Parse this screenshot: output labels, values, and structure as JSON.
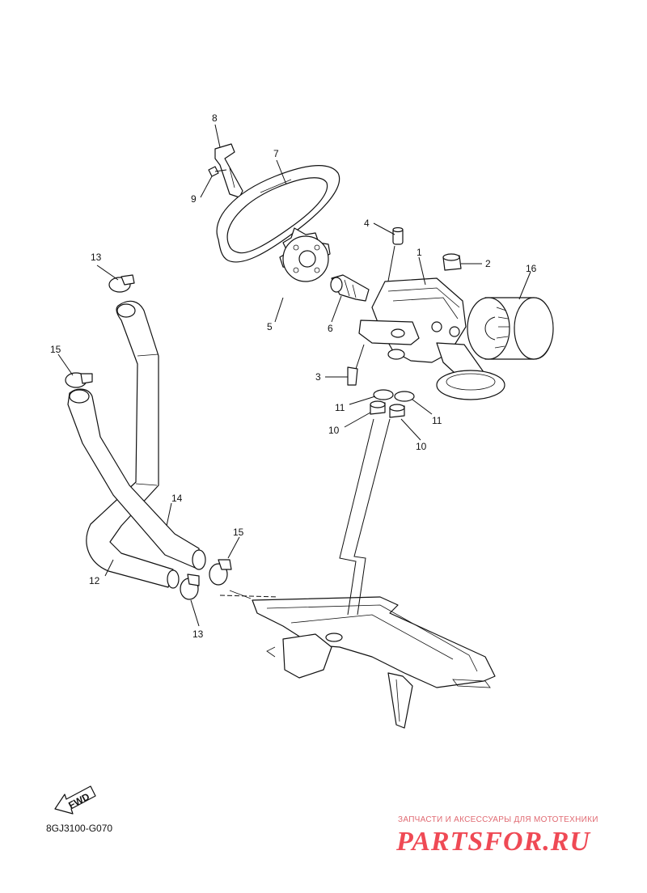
{
  "diagram": {
    "code": "8GJ3100-G070",
    "fwd_label": "FWD",
    "callouts": {
      "p1": "1",
      "p2": "2",
      "p3": "3",
      "p4": "4",
      "p5": "5",
      "p6": "6",
      "p7": "7",
      "p8": "8",
      "p9": "9",
      "p10a": "10",
      "p10b": "10",
      "p11a": "11",
      "p11b": "11",
      "p12": "12",
      "p13a": "13",
      "p13b": "13",
      "p14": "14",
      "p15a": "15",
      "p15b": "15",
      "p16": "16"
    }
  },
  "watermark": {
    "tagline": "ЗАПЧАСТИ И АКСЕССУАРЫ ДЛЯ МОТОТЕХНИКИ",
    "brand": "PARTSFOR.RU",
    "color": "#ef4a55"
  }
}
